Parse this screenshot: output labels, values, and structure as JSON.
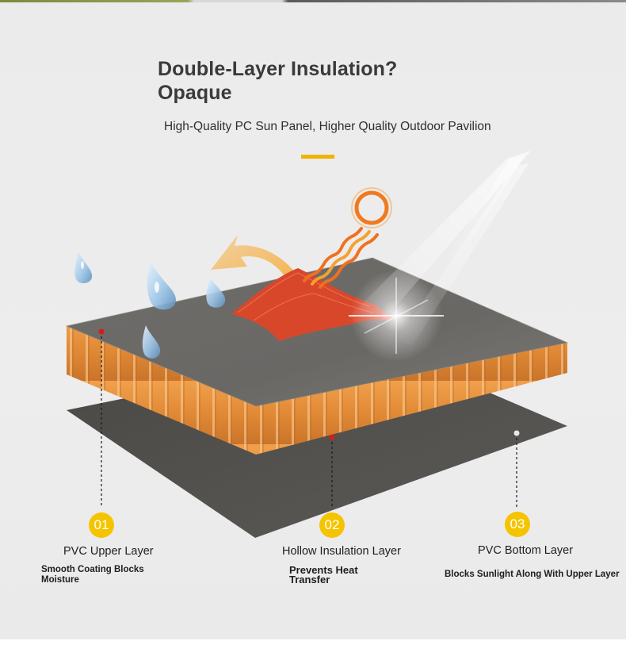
{
  "header": {
    "title_line1": "Double-Layer Insulation?",
    "title_line2": "Opaque",
    "subtitle": "High-Quality PC Sun Panel, Higher Quality Outdoor Pavilion"
  },
  "colors": {
    "accent": "#f2b400",
    "badge": "#f5c400",
    "core_orange": "#e8903a",
    "panel_gray": "#6d6b68"
  },
  "layers": [
    {
      "number": "01",
      "name": "PVC Upper Layer",
      "desc_line1": "Smooth Coating Blocks",
      "desc_line2": "Moisture"
    },
    {
      "number": "02",
      "name": "Hollow Insulation Layer",
      "desc_line1": "Prevents Heat",
      "desc_line2": "Transfer"
    },
    {
      "number": "03",
      "name": "PVC Bottom Layer",
      "desc_line1": "Blocks Sunlight Along With Upper Layer",
      "desc_line2": ""
    }
  ]
}
